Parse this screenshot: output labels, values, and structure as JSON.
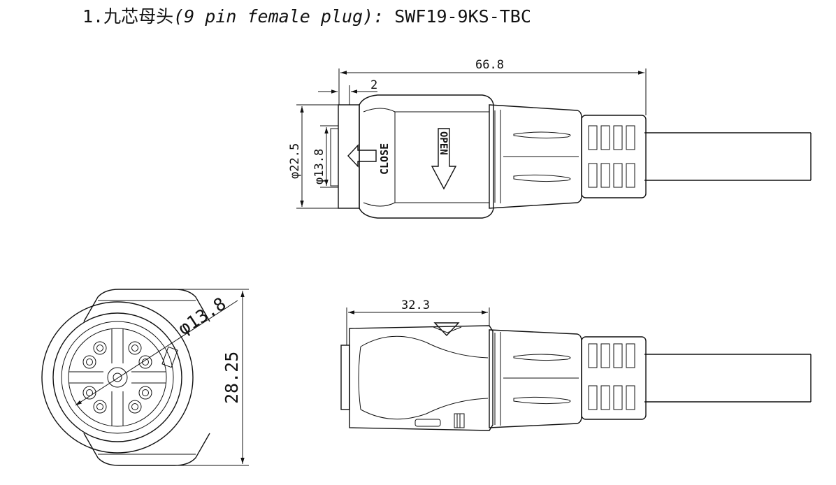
{
  "title": {
    "number": "1.",
    "chinese": "九芯母头",
    "english": "(9 pin female plug)",
    "colon": ":",
    "model": "SWF19-9KS-TBC"
  },
  "top_view": {
    "dim_overall_length": "66.8",
    "dim_lip": "2",
    "dim_outer_diameter": "φ22.5",
    "dim_inner_diameter": "φ13.8",
    "label_close": "CLOSE",
    "label_open": "OPEN"
  },
  "front_view": {
    "dim_bore_diameter": "φ13.8",
    "dim_height": "28.25",
    "pin_count": 9
  },
  "side_view": {
    "dim_body_length": "32.3"
  }
}
